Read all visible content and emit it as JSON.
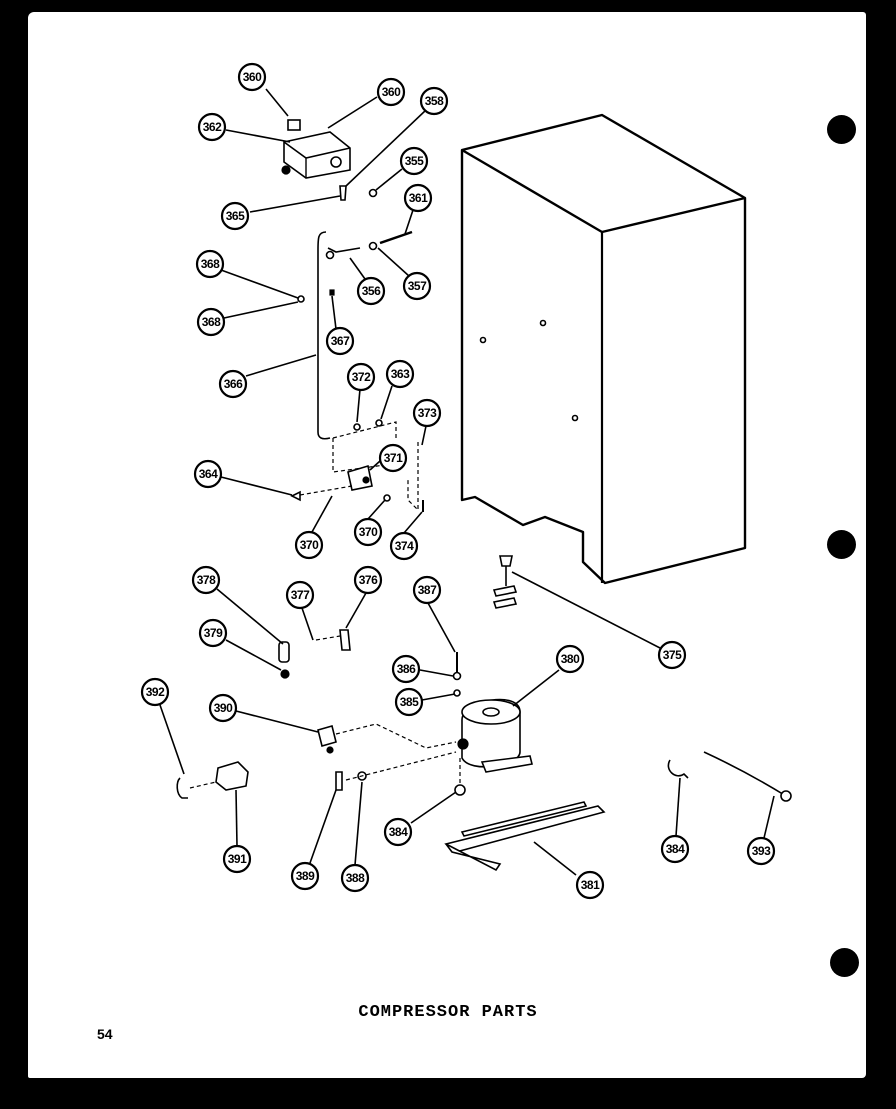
{
  "title": "COMPRESSOR PARTS",
  "page_number": "54",
  "callouts": [
    {
      "label": "360"
    },
    {
      "label": "360"
    },
    {
      "label": "358"
    },
    {
      "label": "362"
    },
    {
      "label": "355"
    },
    {
      "label": "365"
    },
    {
      "label": "361"
    },
    {
      "label": "368"
    },
    {
      "label": "356"
    },
    {
      "label": "357"
    },
    {
      "label": "368"
    },
    {
      "label": "367"
    },
    {
      "label": "366"
    },
    {
      "label": "372"
    },
    {
      "label": "363"
    },
    {
      "label": "373"
    },
    {
      "label": "371"
    },
    {
      "label": "364"
    },
    {
      "label": "370"
    },
    {
      "label": "370"
    },
    {
      "label": "374"
    },
    {
      "label": "378"
    },
    {
      "label": "377"
    },
    {
      "label": "376"
    },
    {
      "label": "387"
    },
    {
      "label": "379"
    },
    {
      "label": "386"
    },
    {
      "label": "380"
    },
    {
      "label": "375"
    },
    {
      "label": "392"
    },
    {
      "label": "385"
    },
    {
      "label": "390"
    },
    {
      "label": "384"
    },
    {
      "label": "384"
    },
    {
      "label": "393"
    },
    {
      "label": "391"
    },
    {
      "label": "389"
    },
    {
      "label": "388"
    },
    {
      "label": "381"
    }
  ]
}
